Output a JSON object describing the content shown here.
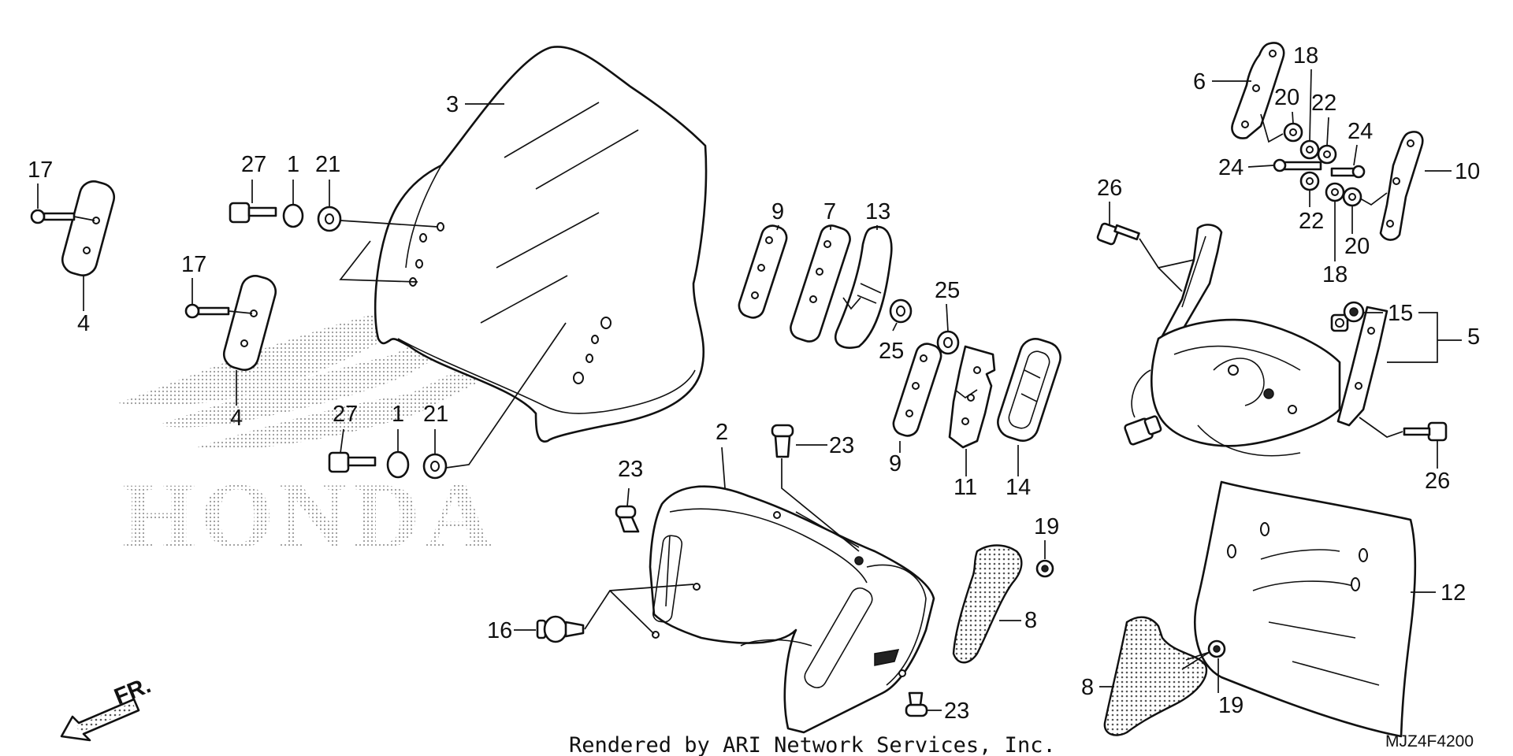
{
  "diagram": {
    "callouts": {
      "c17a": "17",
      "c27a": "27",
      "c1a": "1",
      "c21a": "21",
      "c3": "3",
      "c17b": "17",
      "c4a": "4",
      "c4b": "4",
      "c27b": "27",
      "c1b": "1",
      "c21b": "21",
      "c9a": "9",
      "c7": "7",
      "c13": "13",
      "c25a": "25",
      "c25b": "25",
      "c9b": "9",
      "c11": "11",
      "c14": "14",
      "c2": "2",
      "c23a": "23",
      "c23b": "23",
      "c23c": "23",
      "c16": "16",
      "c19a": "19",
      "c8a": "8",
      "c6": "6",
      "c18a": "18",
      "c20a": "20",
      "c22a": "22",
      "c24a": "24",
      "c24b": "24",
      "c10": "10",
      "c22b": "22",
      "c18b": "18",
      "c20b": "20",
      "c26a": "26",
      "c15": "15",
      "c5": "5",
      "c26b": "26",
      "c12": "12",
      "c8b": "8",
      "c19b": "19"
    },
    "watermark": "HONDA",
    "direction_label": "FR.",
    "credit": "Rendered by ARI Network Services, Inc.",
    "diagram_code": "MJZ4F4200"
  }
}
